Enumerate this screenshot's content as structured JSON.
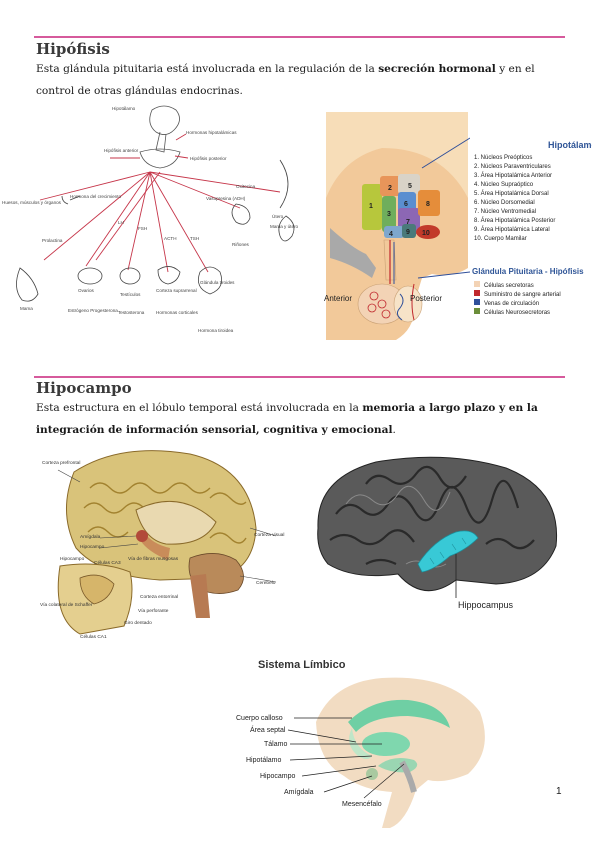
{
  "section1": {
    "title": "Hipófisis",
    "text_a": "Esta glándula pituitaria está involucrada en la regulación de la ",
    "text_b": "secreción hormonal",
    "text_c": " y en el control de otras glándulas endocrinas."
  },
  "fig_pituitary": {
    "labels": [
      "Hipotálamo",
      "Hormonas hipotalámicas",
      "Hipófisis anterior",
      "Hipófisis posterior",
      "Hormona del crecimiento",
      "Huesos, músculos y órganos",
      "Prolactina",
      "LH",
      "FSH",
      "ACTH",
      "TSH",
      "Vasopresina (ADH)",
      "Oxitocina",
      "Mama",
      "Ovarios",
      "Testículos",
      "Corteza suprarrenal",
      "Glándula tiroides",
      "Riñones",
      "Útero",
      "Mama y útero",
      "Estrógeno Progesterona",
      "Testosterona",
      "Hormonas corticales",
      "Hormona tiroidea"
    ]
  },
  "fig_hypothalamus": {
    "title": "Hipotálamo",
    "nuclei": [
      "1. Núcleos Preópticos",
      "2. Núcleos Paraventriculares",
      "3. Área Hipotalámica Anterior",
      "4. Núcleo Supraóptico",
      "5. Área Hipotalámica Dorsal",
      "6. Núcleo Dorsomedial",
      "7. Núcleo Ventromedial",
      "8. Área Hipotalámica Posterior",
      "9. Área Hipotalámica Lateral",
      "10. Cuerpo Mamilar"
    ],
    "subtitle": "Glándula Pituitaria - Hipófisis",
    "legend": [
      "Células secretoras",
      "Suministro de sangre arterial",
      "Venas de circulación",
      "Células Neurosecretoras"
    ],
    "legend_colors": [
      "#f3d3b5",
      "#c0282d",
      "#2f4f9a",
      "#6b8e3a"
    ],
    "region_numbers": [
      "1",
      "2",
      "3",
      "4",
      "5",
      "6",
      "7",
      "8",
      "9",
      "10"
    ],
    "anterior": "Anterior",
    "posterior": "Posterior"
  },
  "section2": {
    "title": "Hipocampo",
    "text_a": "Esta estructura en el lóbulo temporal está involucrada en la ",
    "text_b": "memoria a largo plazo y en la integración de información sensorial, cognitiva y emocional",
    "text_c": "."
  },
  "fig_brain": {
    "labels": [
      "Corteza prefrontal",
      "Amígdala",
      "Hipocampo",
      "Corteza visual",
      "Cerebelo",
      "Hipocampo",
      "Células CA3",
      "Vía de fibras musgosas",
      "Vía colateral de Schaffer",
      "Corteza entorrinal",
      "Vía perforante",
      "Giro dentado",
      "Células CA1"
    ]
  },
  "fig_gray": {
    "label": "Hippocampus"
  },
  "fig_limbic": {
    "title": "Sistema Límbico",
    "labels": [
      "Cuerpo calloso",
      "Área septal",
      "Tálamo",
      "Hipotálamo",
      "Hipocampo",
      "Amígdala",
      "Mesencéfalo"
    ]
  },
  "page_number": "1"
}
